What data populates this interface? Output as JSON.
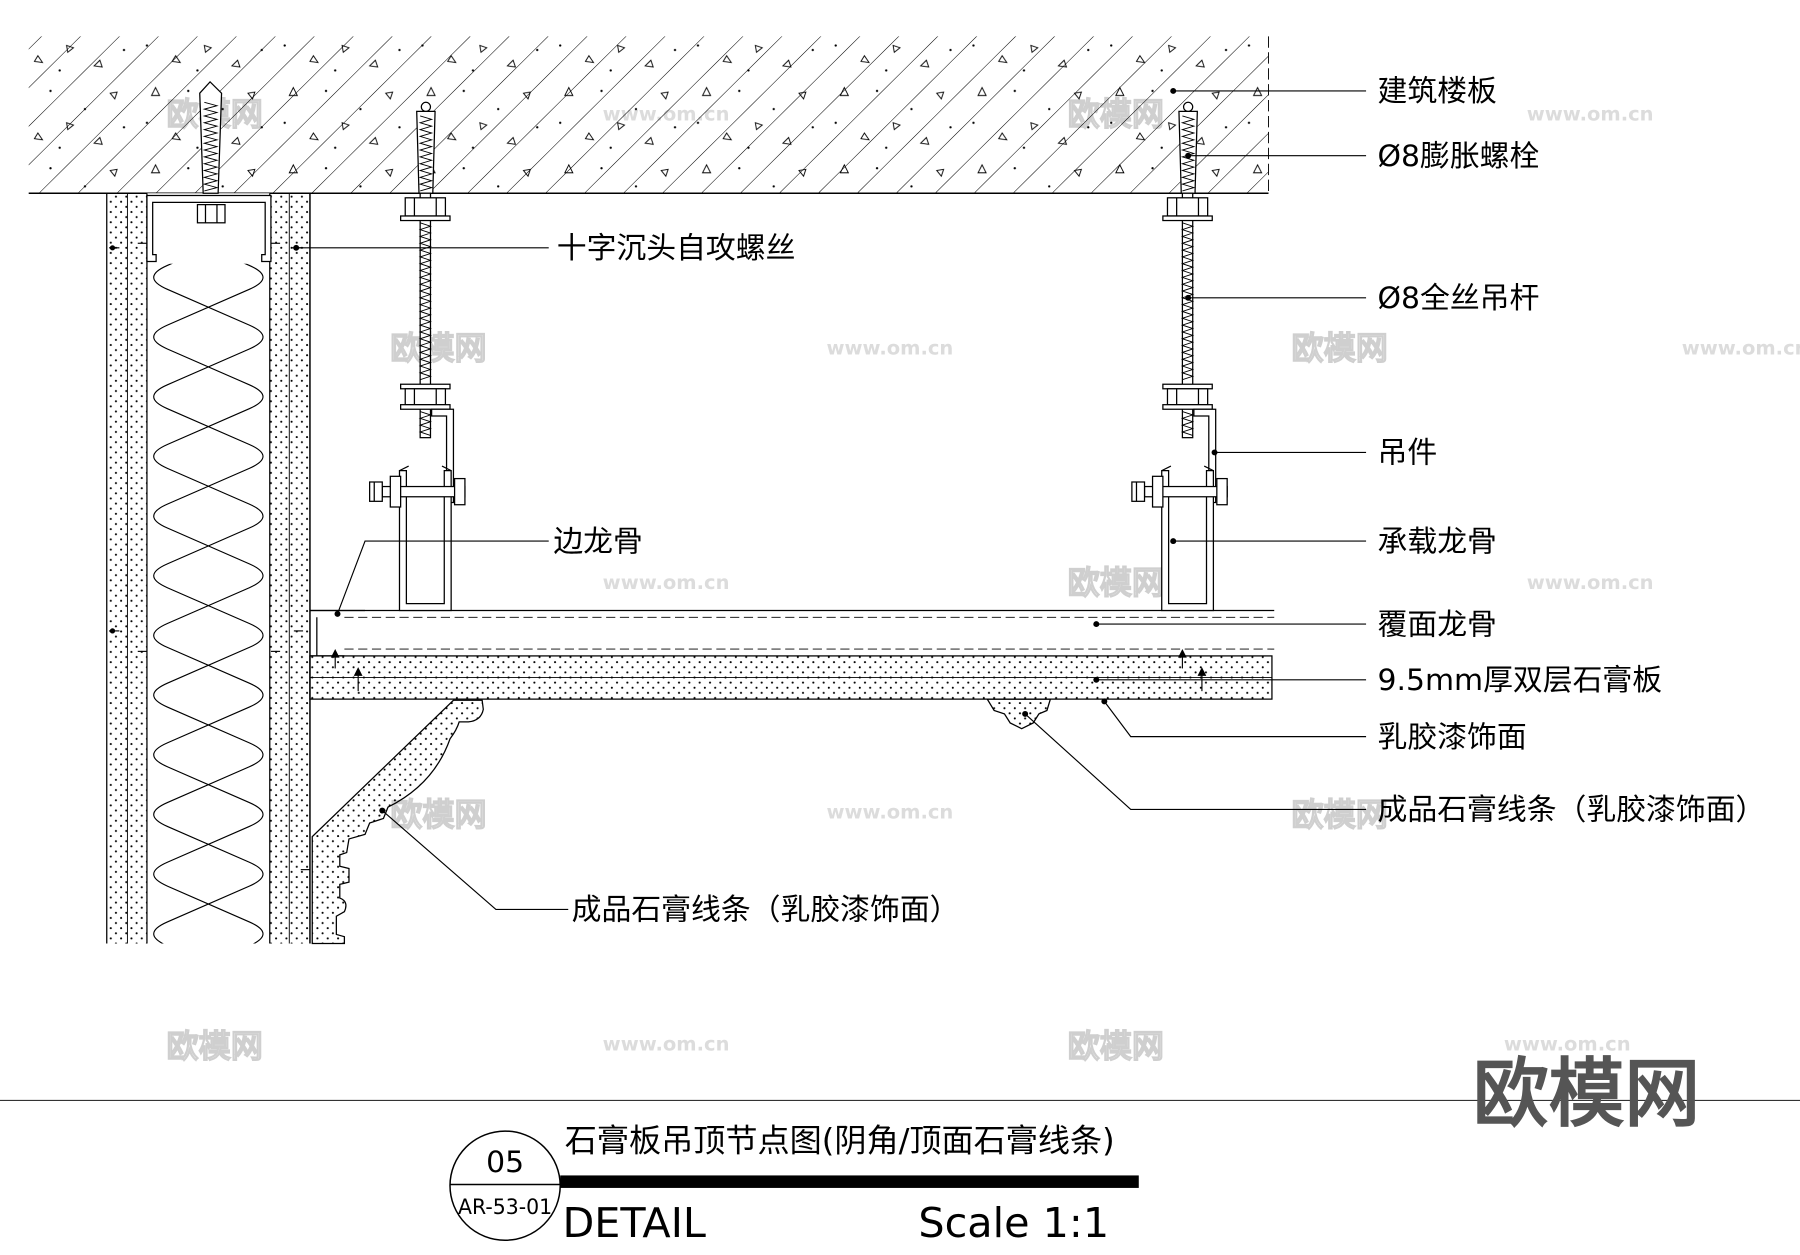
{
  "drawing": {
    "labels": {
      "floor_slab": "建筑楼板",
      "expansion_bolt": "Ø8膨胀螺栓",
      "countersunk_screw": "十字沉头自攻螺丝",
      "threaded_rod": "Ø8全丝吊杆",
      "hanger": "吊件",
      "edge_keel": "边龙骨",
      "main_keel": "承载龙骨",
      "cover_keel": "覆面龙骨",
      "gypsum_board": "9.5mm厚双层石膏板",
      "latex_finish": "乳胶漆饰面",
      "moulding_right": "成品石膏线条（乳胶漆饰面）",
      "moulding_left": "成品石膏线条（乳胶漆饰面）"
    }
  },
  "title_block": {
    "detail_number": "05",
    "sheet_number": "AR-53-01",
    "title": "石膏板吊顶节点图(阴角/顶面石膏线条)",
    "detail_label": "DETAIL",
    "scale": "Scale 1:1"
  },
  "watermark": {
    "logo": "欧模网",
    "url": "www.om.cn"
  },
  "colors": {
    "line": "#000000",
    "background": "#ffffff",
    "watermark": "#cfcfcf",
    "logo": "#555555"
  }
}
